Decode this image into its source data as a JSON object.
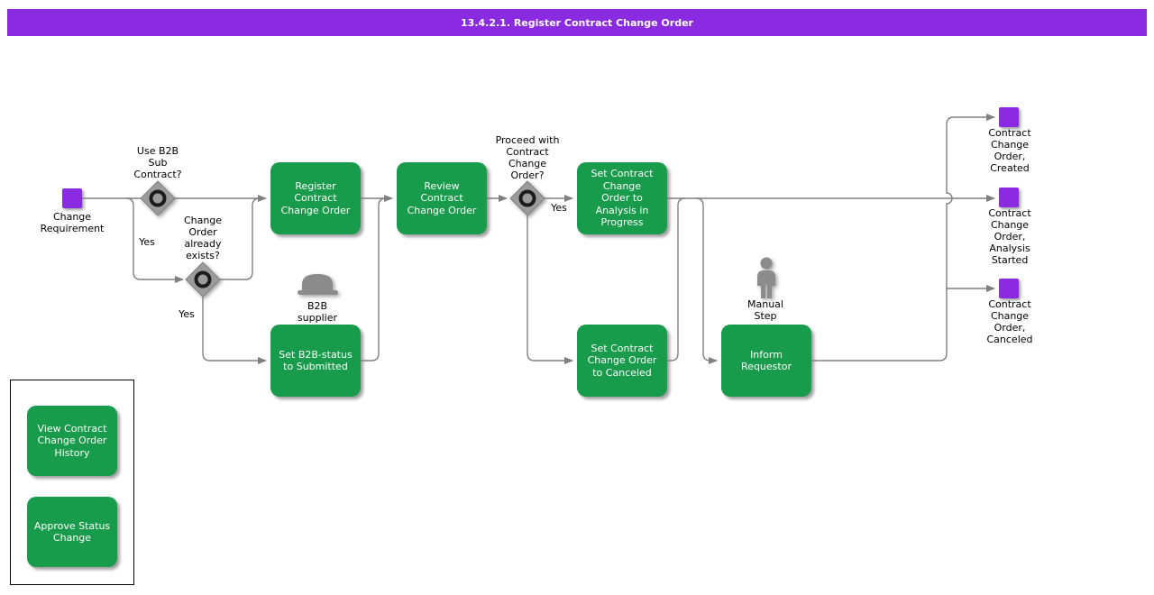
{
  "header": {
    "title": "13.4.2.1. Register Contract Change Order"
  },
  "colors": {
    "header_purple": "#8A2BE2",
    "event_purple": "#8A2BE2",
    "task_green": "#189B4B",
    "edge_gray": "#808080",
    "gateway_gray": "#9B9B9B",
    "icon_gray": "#8C8C8C"
  },
  "events": {
    "change_requirement": {
      "label": "Change\nRequirement"
    },
    "created": {
      "label": "Contract\nChange\nOrder,\nCreated"
    },
    "analysis_started": {
      "label": "Contract\nChange\nOrder,\nAnalysis\nStarted"
    },
    "canceled": {
      "label": "Contract\nChange\nOrder,\nCanceled"
    }
  },
  "gateways": {
    "use_b2b": {
      "label": "Use B2B\nSub\nContract?"
    },
    "order_exists": {
      "label": "Change\nOrder\nalready\nexists?"
    },
    "proceed": {
      "label": "Proceed with\nContract\nChange\nOrder?"
    }
  },
  "tasks": {
    "register": {
      "label": "Register\nContract\nChange Order"
    },
    "review": {
      "label": "Review\nContract\nChange Order"
    },
    "set_analysis": {
      "label": "Set Contract\nChange\nOrder to\nAnalysis in\nProgress"
    },
    "set_b2b": {
      "label": "Set B2B-status\nto Submitted"
    },
    "set_canceled": {
      "label": "Set Contract\nChange Order\nto Canceled"
    },
    "inform": {
      "label": "Inform\nRequestor"
    },
    "view_history": {
      "label": "View Contract\nChange Order\nHistory"
    },
    "approve": {
      "label": "Approve Status\nChange"
    }
  },
  "annotations": {
    "b2b_supplier": {
      "label": "B2B\nsupplier"
    },
    "manual_step": {
      "label": "Manual\nStep"
    }
  },
  "edge_labels": {
    "yes_b2b": "Yes",
    "yes_exists": "Yes",
    "yes_proceed": "Yes"
  }
}
